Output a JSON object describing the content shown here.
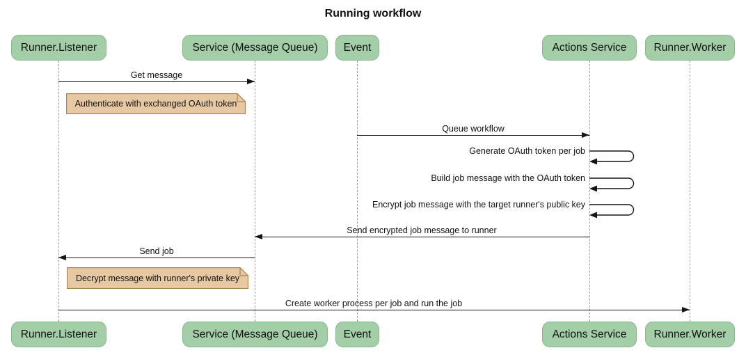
{
  "title": "Running workflow",
  "colors": {
    "actor_fill": "#A3CEA8",
    "actor_border": "#86B78D",
    "note_fill": "#E6C9A2",
    "note_border": "#AA8250",
    "line_color": "#141414",
    "lifeline_color": "#9a9a9a",
    "text_color": "#111111",
    "background": "#ffffff"
  },
  "participants": [
    {
      "label": "Runner.Listener"
    },
    {
      "label": "Service (Message Queue)"
    },
    {
      "label": "Event"
    },
    {
      "label": "Actions Service"
    },
    {
      "label": "Runner.Worker"
    }
  ],
  "messages": [
    {
      "text": "Get message",
      "from": "Runner.Listener",
      "to": "Service (Message Queue)",
      "kind": "solid-arrow"
    },
    {
      "text": "Queue workflow",
      "from": "Event",
      "to": "Actions Service",
      "kind": "solid-arrow"
    },
    {
      "text": "Generate OAuth token per job",
      "from": "Actions Service",
      "to": "Actions Service",
      "kind": "self"
    },
    {
      "text": "Build job message with the OAuth token",
      "from": "Actions Service",
      "to": "Actions Service",
      "kind": "self"
    },
    {
      "text": "Encrypt job message with the target runner's public key",
      "from": "Actions Service",
      "to": "Actions Service",
      "kind": "self"
    },
    {
      "text": "Send encrypted job message to runner",
      "from": "Actions Service",
      "to": "Service (Message Queue)",
      "kind": "solid-arrow"
    },
    {
      "text": "Send job",
      "from": "Service (Message Queue)",
      "to": "Runner.Listener",
      "kind": "solid-arrow"
    },
    {
      "text": "Create worker process per job and run the job",
      "from": "Runner.Listener",
      "to": "Runner.Worker",
      "kind": "solid-arrow"
    }
  ],
  "notes": [
    {
      "text": "Authenticate with exchanged OAuth token"
    },
    {
      "text": "Decrypt message with runner's private key"
    }
  ]
}
